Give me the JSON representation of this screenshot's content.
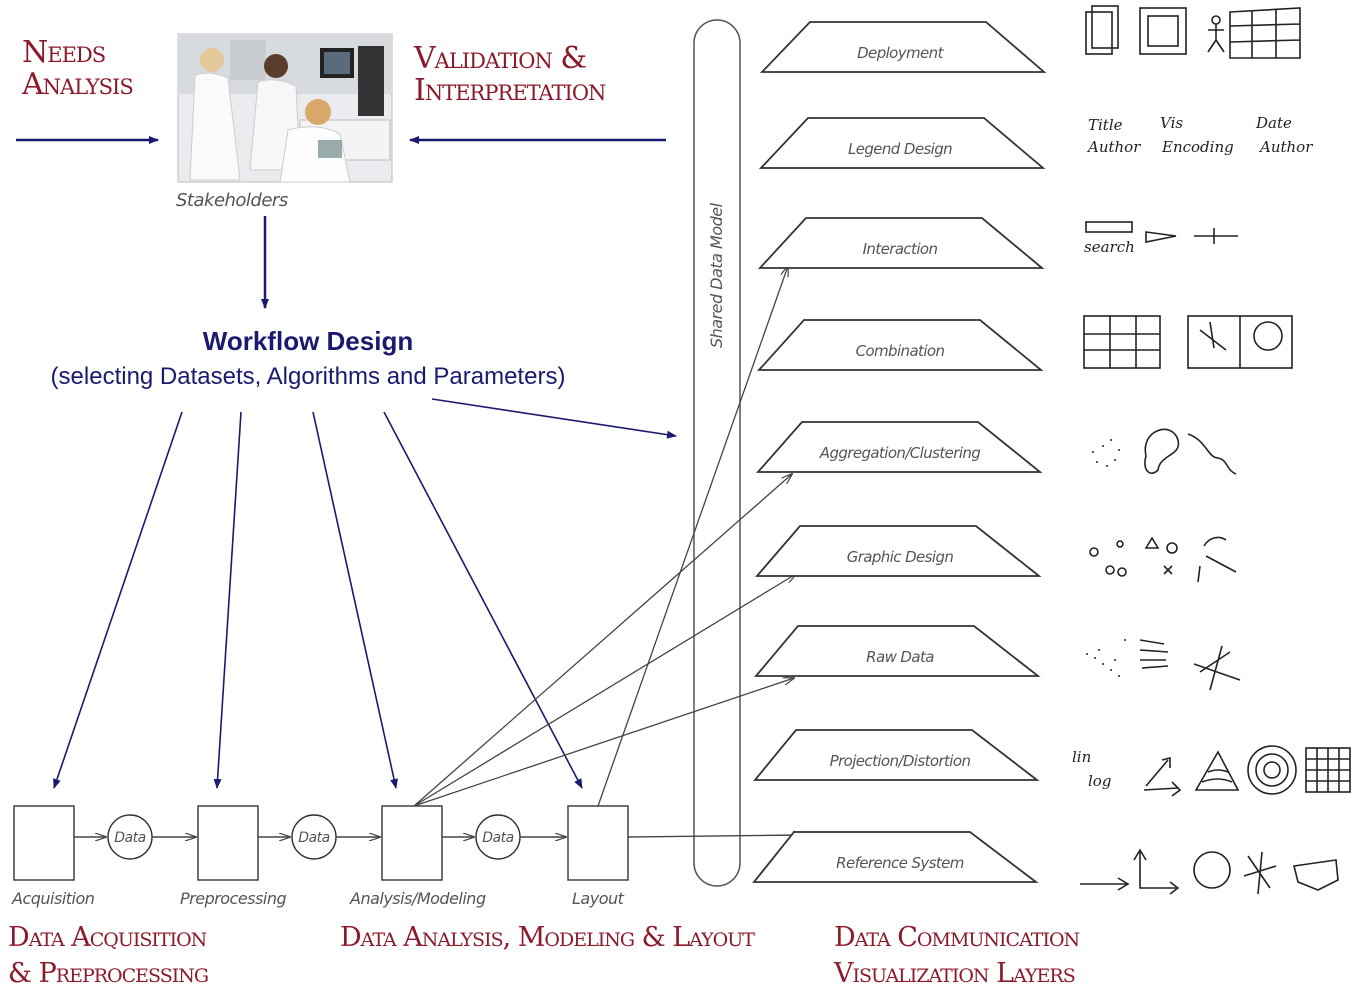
{
  "needs_analysis": [
    "Needs",
    "Analysis"
  ],
  "validation": [
    "Validation &",
    "Interpretation"
  ],
  "stakeholders_caption": "Stakeholders",
  "workflow_title": "Workflow Design",
  "workflow_subtitle": "(selecting Datasets, Algorithms and Parameters)",
  "shared_data_model": "Shared Data Model",
  "pipeline": {
    "steps": [
      "Acquisition",
      "Preprocessing",
      "Analysis/Modeling",
      "Layout"
    ],
    "data_label": "Data"
  },
  "section_titles": {
    "acquisition": [
      "Data Acquisition",
      "& Preprocessing"
    ],
    "analysis": "Data Analysis, Modeling & Layout",
    "communication": [
      "Data Communication",
      "Visualization Layers"
    ]
  },
  "layers": [
    "Deployment",
    "Legend Design",
    "Interaction",
    "Combination",
    "Aggregation/Clustering",
    "Graphic Design",
    "Raw Data",
    "Projection/Distortion",
    "Reference System"
  ],
  "sketch_labels": {
    "legend": [
      "Title",
      "Author",
      "Vis",
      "Encoding",
      "Date",
      "Author"
    ],
    "interaction": "search",
    "projection": [
      "lin",
      "log"
    ]
  },
  "colors": {
    "title_red": "#8b1a2b",
    "arrow_blue": "#1a1a70",
    "line_gray": "#444444"
  }
}
